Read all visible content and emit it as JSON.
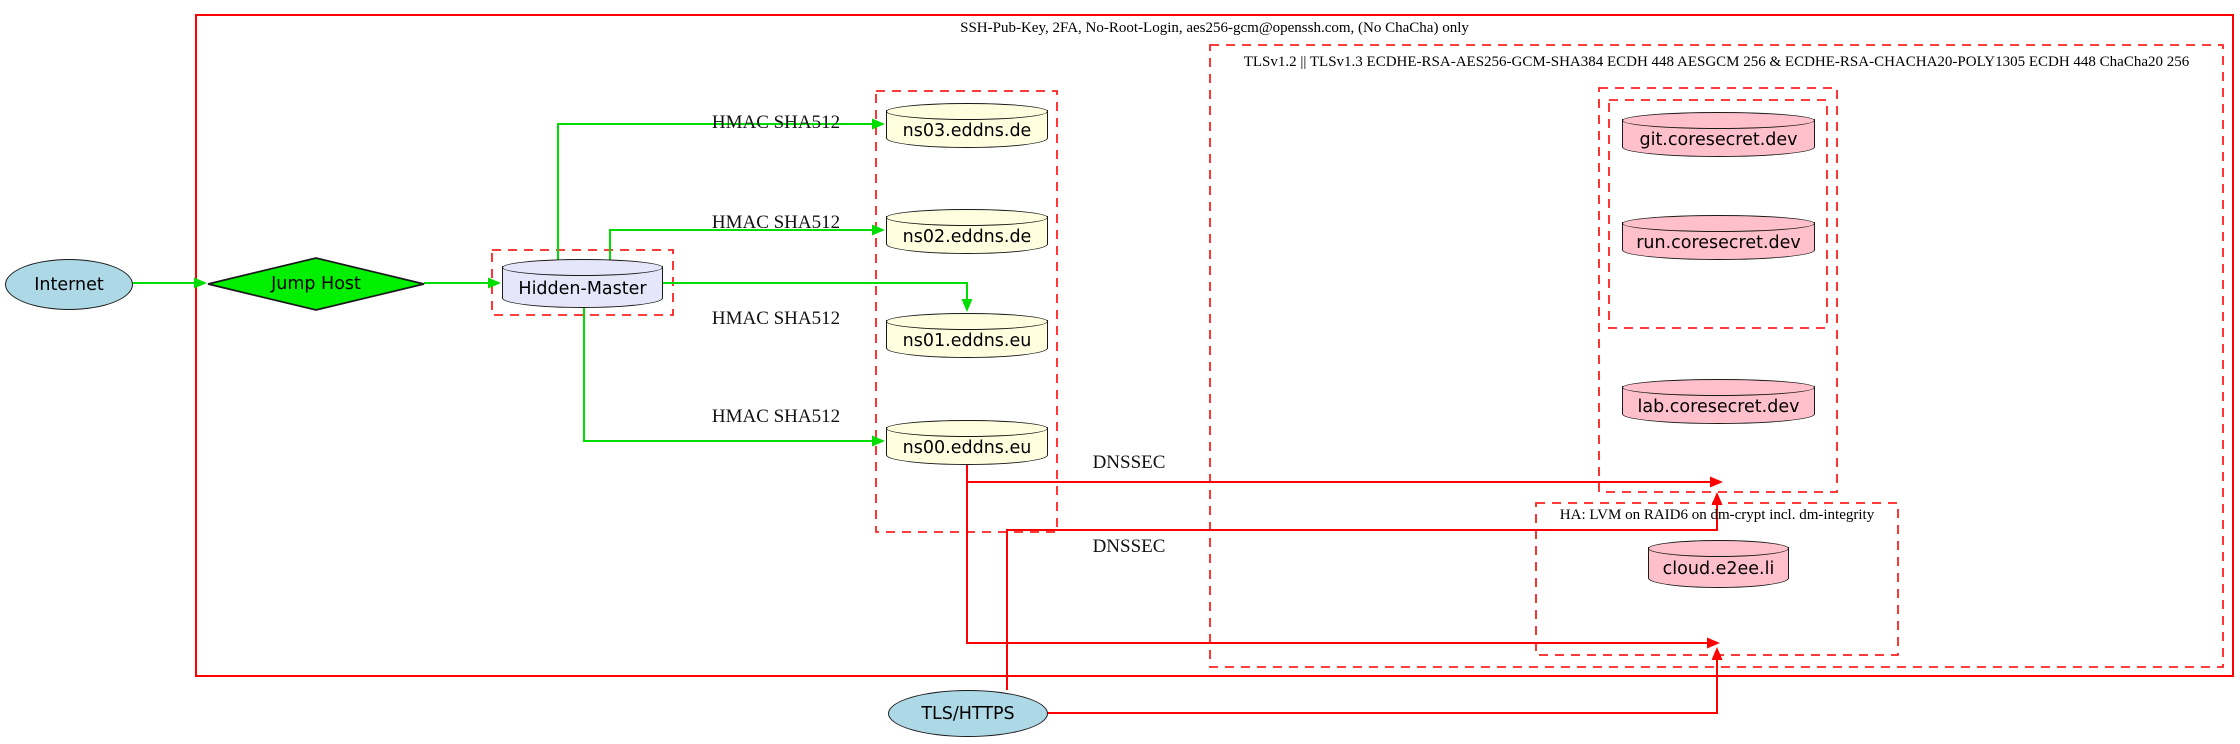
{
  "clusters": {
    "ssh": {
      "label": "SSH-Pub-Key, 2FA, No-Root-Login, aes256-gcm@openssh.com, (No ChaCha) only",
      "border_style": "solid",
      "border_color": "#ff0000"
    },
    "tls": {
      "label": "TLSv1.2 || TLSv1.3 ECDHE-RSA-AES256-GCM-SHA384 ECDH 448 AESGCM 256 & ECDHE-RSA-CHACHA20-POLY1305 ECDH 448 ChaCha20 256",
      "border_style": "dashed",
      "border_color": "#ff2020"
    },
    "ha": {
      "label": "HA: LVM on RAID6 on dm-crypt incl. dm-integrity",
      "border_style": "dashed",
      "border_color": "#ff2020"
    },
    "hidden_master_box": {
      "label": "",
      "border_style": "dashed",
      "border_color": "#ff2020"
    },
    "nameserver_box": {
      "label": "",
      "border_style": "dashed",
      "border_color": "#ff2020"
    },
    "coresecret_outer_box": {
      "label": "",
      "border_style": "dashed",
      "border_color": "#ff2020"
    },
    "coresecret_inner_box": {
      "label": "",
      "border_style": "dashed",
      "border_color": "#ff2020"
    }
  },
  "nodes": {
    "internet": {
      "label": "Internet",
      "shape": "ellipse",
      "fill": "#add8e6"
    },
    "jump_host": {
      "label": "Jump Host",
      "shape": "diamond",
      "fill": "#00f000"
    },
    "hidden_master": {
      "label": "Hidden-Master",
      "shape": "cylinder",
      "fill": "#e6e6fa"
    },
    "ns03": {
      "label": "ns03.eddns.de",
      "shape": "cylinder",
      "fill": "#ffffe0"
    },
    "ns02": {
      "label": "ns02.eddns.de",
      "shape": "cylinder",
      "fill": "#ffffe0"
    },
    "ns01": {
      "label": "ns01.eddns.eu",
      "shape": "cylinder",
      "fill": "#ffffe0"
    },
    "ns00": {
      "label": "ns00.eddns.eu",
      "shape": "cylinder",
      "fill": "#ffffe0"
    },
    "git": {
      "label": "git.coresecret.dev",
      "shape": "cylinder",
      "fill": "#ffc0cb"
    },
    "run": {
      "label": "run.coresecret.dev",
      "shape": "cylinder",
      "fill": "#ffc0cb"
    },
    "lab": {
      "label": "lab.coresecret.dev",
      "shape": "cylinder",
      "fill": "#ffc0cb"
    },
    "cloud": {
      "label": "cloud.e2ee.li",
      "shape": "cylinder",
      "fill": "#ffc0cb"
    },
    "tls_https": {
      "label": "TLS/HTTPS",
      "shape": "ellipse",
      "fill": "#add8e6"
    }
  },
  "edge_labels": {
    "hmac": "HMAC SHA512",
    "dnssec": "DNSSEC"
  },
  "edges": [
    {
      "from": "Internet",
      "to": "Jump Host",
      "label": "",
      "color": "#00dd00"
    },
    {
      "from": "Jump Host",
      "to": "Hidden-Master",
      "label": "",
      "color": "#00dd00"
    },
    {
      "from": "Hidden-Master",
      "to": "ns03.eddns.de",
      "label": "HMAC SHA512",
      "color": "#00dd00"
    },
    {
      "from": "Hidden-Master",
      "to": "ns02.eddns.de",
      "label": "HMAC SHA512",
      "color": "#00dd00"
    },
    {
      "from": "Hidden-Master",
      "to": "ns01.eddns.eu",
      "label": "HMAC SHA512",
      "color": "#00dd00"
    },
    {
      "from": "Hidden-Master",
      "to": "ns00.eddns.eu",
      "label": "HMAC SHA512",
      "color": "#00dd00"
    },
    {
      "from": "ns00.eddns.eu",
      "to": "coresecret-cluster",
      "label": "DNSSEC",
      "color": "#ff0000"
    },
    {
      "from": "ns00.eddns.eu",
      "to": "ha-cluster",
      "label": "DNSSEC",
      "color": "#ff0000"
    },
    {
      "from": "TLS/HTTPS",
      "to": "coresecret-cluster",
      "label": "",
      "color": "#ff0000"
    },
    {
      "from": "TLS/HTTPS",
      "to": "ha-cluster",
      "label": "",
      "color": "#ff0000"
    }
  ],
  "colors": {
    "secure_transfer_edge": "#00dd00",
    "tls_edge": "#ff0000",
    "cluster_border": "#ff2020",
    "node_border": "#1a1a1a"
  }
}
